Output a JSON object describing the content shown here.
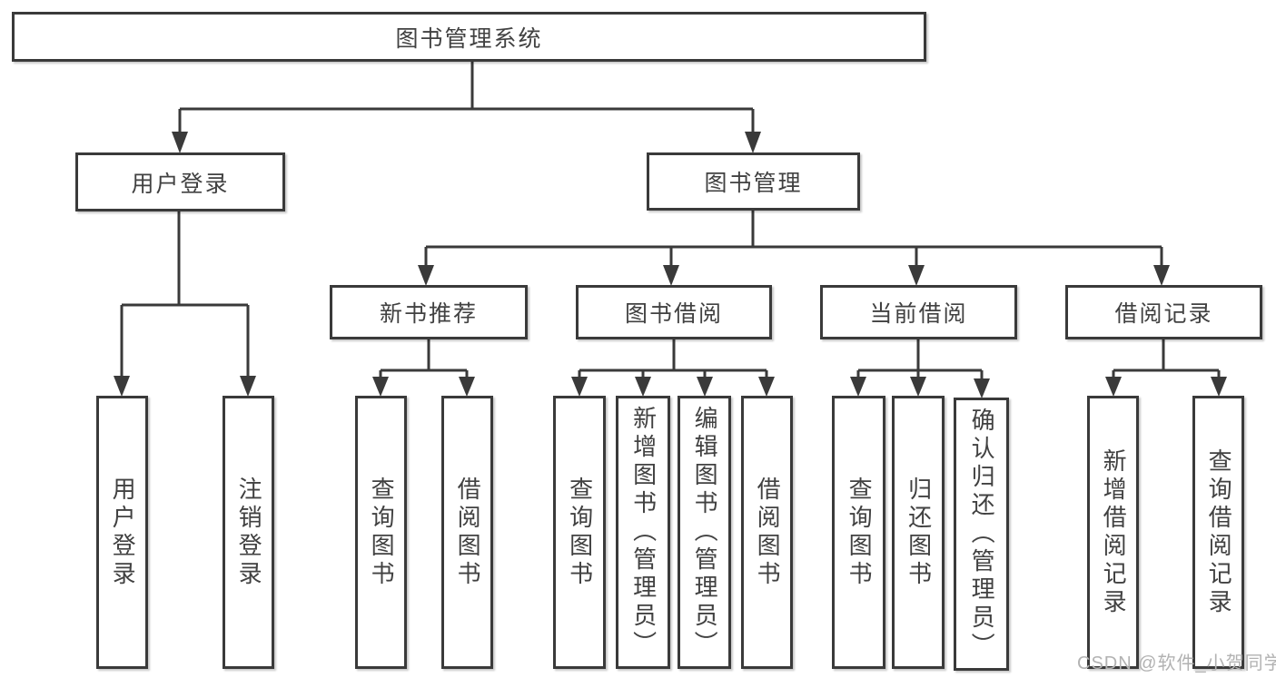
{
  "diagram_title": "图书管理系统",
  "tree": {
    "root": {
      "label": "图书管理系统"
    },
    "branches": [
      {
        "label": "用户登录",
        "children": [
          {
            "label": "用户登录"
          },
          {
            "label": "注销登录"
          }
        ]
      },
      {
        "label": "图书管理",
        "children": [
          {
            "label": "新书推荐",
            "children": [
              {
                "label": "查询图书"
              },
              {
                "label": "借阅图书"
              }
            ]
          },
          {
            "label": "图书借阅",
            "children": [
              {
                "label": "查询图书"
              },
              {
                "label": "新增图书（管理员）"
              },
              {
                "label": "编辑图书（管理员）"
              },
              {
                "label": "借阅图书"
              }
            ]
          },
          {
            "label": "当前借阅",
            "children": [
              {
                "label": "查询图书"
              },
              {
                "label": "归还图书"
              },
              {
                "label": "确认归还（管理员）"
              }
            ]
          },
          {
            "label": "借阅记录",
            "children": [
              {
                "label": "新增借阅记录"
              },
              {
                "label": "查询借阅记录"
              }
            ]
          }
        ]
      }
    ]
  },
  "watermark": {
    "text": "CSDN @软件_小贺同学"
  },
  "colors": {
    "line": "#3a3a3a",
    "text": "#414141",
    "watermark": "#b2b2b2",
    "background": "#ffffff"
  }
}
